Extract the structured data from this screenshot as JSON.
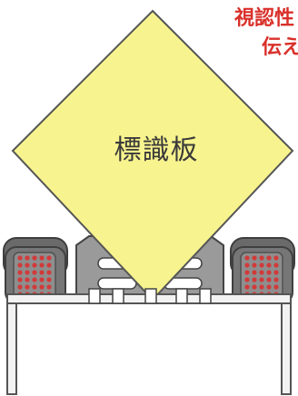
{
  "captions": {
    "line1": "視認性",
    "line2": "伝え"
  },
  "sign": {
    "label": "標識板",
    "color": "#f7f38e"
  },
  "colors": {
    "caption": "#d9302a",
    "lamp_led": "#d23a3a",
    "frame": "#555555"
  }
}
